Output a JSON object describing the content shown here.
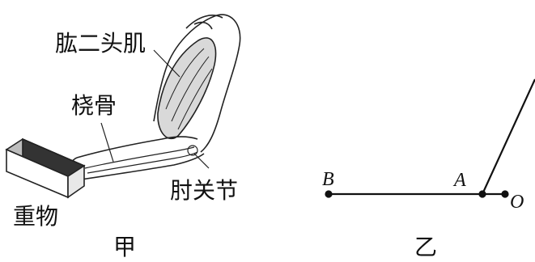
{
  "figure_a": {
    "labels": {
      "biceps": "肱二头肌",
      "radius": "桡骨",
      "elbow_joint": "肘关节",
      "weight": "重物"
    },
    "caption": "甲"
  },
  "figure_b": {
    "points": {
      "B": "B",
      "A": "A",
      "O": "O"
    },
    "caption": "乙"
  }
}
